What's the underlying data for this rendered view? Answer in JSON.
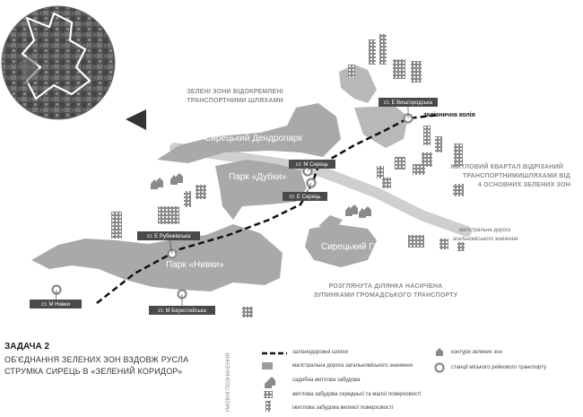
{
  "labels": {
    "green_zones_note": [
      "ЗЕЛЕНІ ЗОНИ ВІДОКРЕМЛЕНІ",
      "ТРАНСПОРТНИМИ ШЛЯХАМИ"
    ],
    "residential_note": [
      "ЖИТЛОВИЙ КВАРТАЛ ВІДРІЗАНИЙ",
      "ТРАНСПОРТНИМИШЛЯХАМИ ВІД",
      "4 ОСНОВНИХ ЗЕЛЕНИХ ЗОН"
    ],
    "saturated_note": [
      "РОЗГЛЯНУТА ДІЛЯНКА НАСИЧЕНА",
      "ЗУПИНКАМИ ГРОМАДСЬКОГО ТРАНСПОРТУ"
    ],
    "road_note": [
      "магістральна дорога",
      "агальноміського значення"
    ],
    "railway_label": "залізнична колія"
  },
  "parks": {
    "dendropark": "Сирецький Дендропарк",
    "dubky": "Парк «Дубки»",
    "syrets_gai": "Сирецький Гай",
    "nyvky": "Парк «Нивки»"
  },
  "stations": [
    {
      "id": "vyshhorodska",
      "label": "ст. Е Вишгородська"
    },
    {
      "id": "m-syrets",
      "label": "ст. М Сирець"
    },
    {
      "id": "e-syrets",
      "label": "ст. Е Сирець"
    },
    {
      "id": "rubezhivska",
      "label": "ст. Е Рубежівська"
    },
    {
      "id": "m-nyvky",
      "label": "ст. М Нивки"
    },
    {
      "id": "m-berestejska",
      "label": "ст. М Берестейська"
    }
  ],
  "footer": {
    "title": "ЗАДАЧА 2",
    "description": "ОБ'ЄДНАННЯ ЗЕЛЕНИХ ЗОН ВЗДОВЖ РУСЛА СТРУМКА СИРЕЦЬ В «ЗЕЛЕНИЙ КОРИДОР»",
    "legend_title": "УМОВНІ ПОЗНАЧЕННЯ",
    "legend": {
      "railway": "залізнодорожні шляхи",
      "road": "магістральна дорога загальноміського значення",
      "private_housing": "садибна житлова забудова",
      "mid_rise": "житлова забудова середньої та малої поверховості",
      "high_rise": "іжитлова забудова великої поверховості",
      "green_contours": "контури зелених зон",
      "rail_stations": "станції міського рейкового транспорту"
    }
  },
  "colors": {
    "park": "#a9a9a9",
    "road": "#cfcfcf",
    "building": "#8a8a8a",
    "label_box": "#4a4a4a",
    "station_ring": "#8a8a8a"
  }
}
